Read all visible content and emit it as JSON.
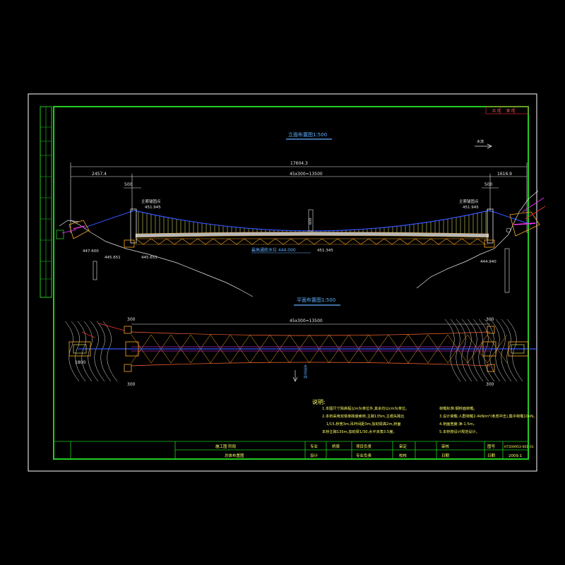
{
  "elevation": {
    "title": "立面布置图1:500",
    "total_length": "17604.3",
    "left_span": "2457.4",
    "main_span": "45x300=13500",
    "right_span": "1616.9",
    "tower_w_left": "500",
    "tower_w_right": "500",
    "sag": "600",
    "left_anchor_label": "主索锚固点",
    "left_anchor_elev": "451.945",
    "right_anchor_label": "主索锚固点",
    "right_anchor_elev": "451.945",
    "left_elev_1": "447.600",
    "left_elev_2": "445.651",
    "left_elev_3": "445.651",
    "right_elev": "444.940",
    "mid_elev": "451.345",
    "water_level": "最高通航水位 444.000",
    "flow_dir": "水流"
  },
  "plan": {
    "title": "平面布置图1:500",
    "main_span": "45x300=13500",
    "dim_300_a": "300",
    "dim_300_b": "300",
    "dim_300_c": "300",
    "dim_300_d": "300",
    "dim_1800": "1800",
    "flow_dir": "水流方向"
  },
  "notes": {
    "heading": "说明:",
    "lines": [
      "1.本图尺寸除高程以m为单位外,其余均以cm为单位。",
      "2.本桥采用双塔单跨悬索桥,主跨135m,主缆矢跨比",
      "1/15,桥宽3m,吊杆间距3m,加劲梁高2m,桥面",
      "本桥主跨135m,加劲梁1/30,水平夹角3.5度。"
    ],
    "right_lines": [
      "荷载标准:钢桥面荷载。",
      "3.设计荷载:人群荷载2.4kN/m²(考虑冲击),集中荷载10kN。",
      "4.桥面宽度:净-1.5m。",
      "5.本桥按设计规范设计。"
    ]
  },
  "title_block": {
    "company": "施工图 阶段",
    "drawing_name": "总体布置图",
    "c1": "专业",
    "c2": "桥梁",
    "c3": "项目负责",
    "c4": "审定",
    "c5": "审核",
    "c6": "设计",
    "c7": "专业负责",
    "c8": "校核",
    "c9": "图号",
    "c10": "日期",
    "drawing_no": "HT200953-001-01",
    "date": "2009.1",
    "top_right_1": "共 页",
    "top_right_2": "第 页"
  },
  "colors": {
    "frame": "#ffffff",
    "green": "#22cc22",
    "cable": "#3355ff",
    "truss": "#ffaa22",
    "hangers": "#ffff66",
    "terrain": "#e8e8e8",
    "magenta": "#ff33ff",
    "red": "#ff3333",
    "title": "#5fb0ff"
  }
}
